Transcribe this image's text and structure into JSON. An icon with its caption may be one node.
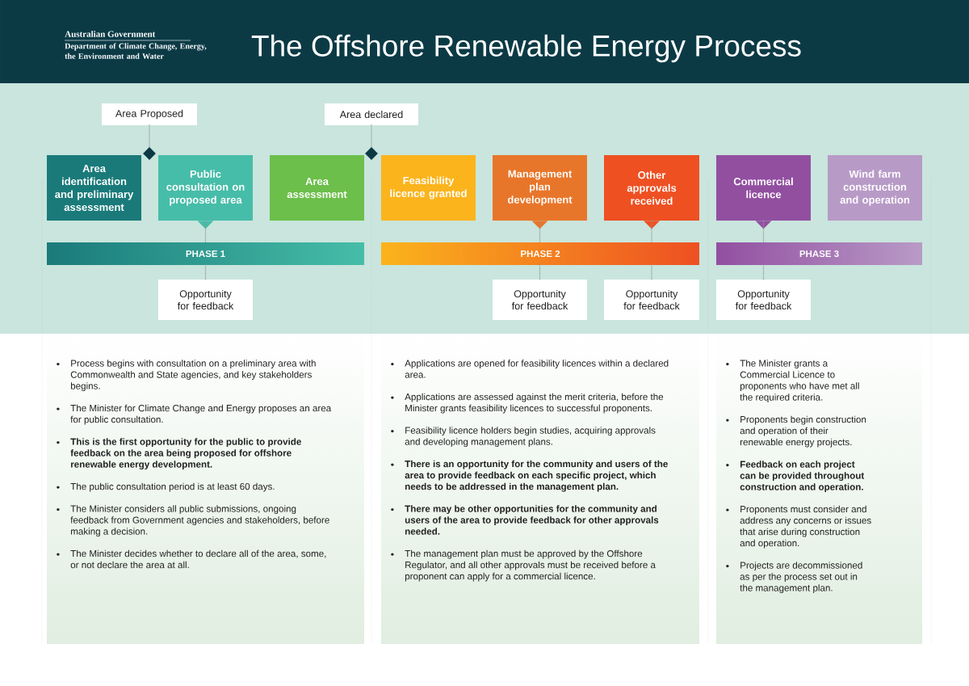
{
  "diagram": {
    "title": "The Offshore Renewable Energy Process",
    "nodes": [
      {
        "text": [
          "Area Proposed"
        ]
      },
      {
        "text": [
          "Area declared"
        ]
      },
      {
        "text": [],
        "shape": "diamond"
      },
      {
        "text": [],
        "shape": "diamond"
      },
      {
        "text": [
          "Area identification and preliminary assessment"
        ]
      },
      {
        "text": [
          "Public consultation on proposed area"
        ]
      },
      {
        "text": [
          "Area assessment"
        ]
      },
      {
        "text": [
          "Feasibility licence granted"
        ]
      },
      {
        "text": [
          "Management plan development"
        ]
      },
      {
        "text": [
          "Other approvals received"
        ]
      },
      {
        "text": [
          "Commercial licence"
        ]
      },
      {
        "text": [
          "Wind farm construction and operation"
        ]
      },
      {
        "text": [
          "PHASE 1"
        ]
      },
      {
        "text": [
          "PHASE 2"
        ]
      },
      {
        "text": [
          "PHASE 3"
        ]
      },
      {
        "text": [
          "Opportunity for feedback"
        ]
      },
      {
        "text": [
          "Opportunity for feedback"
        ]
      },
      {
        "text": [
          "Opportunity for feedback"
        ]
      },
      {
        "text": [
          "Opportunity for feedback"
        ]
      },
      {
        "text": [
          "Process begins with consultation on a preliminary area with Commonwealth and State agencies, and key stakeholders begins.",
          "The Minister for Climate Change and Energy proposes an area for public consultation.",
          "**This is the first opportunity for the public to provide feedback on the area being proposed for offshore renewable energy development.**",
          "The public consultation period is at least 60 days.",
          "The Minister considers all public submissions, ongoing feedback from Government agencies and stakeholders, before making a decision.",
          "The Minister decides whether to declare all of the area, some, or not declare the area at all."
        ]
      },
      {
        "text": [
          "Applications are opened for feasibility licences within a declared area.",
          "Applications are assessed against the merit criteria, before the Minister grants feasibility licences to successful proponents.",
          "Feasibility licence holders begin studies, acquiring approvals and developing management plans.",
          "**There is an opportunity for the community and users of the area to provide feedback on each specific project, which needs to be addressed in the management plan.**",
          "**There may be other opportunities for the community and users of the area to provide feedback for other approvals needed.**",
          "The management plan must be approved by the Offshore Regulator, and all other approvals must be received before a proponent can apply for a commercial licence."
        ]
      },
      {
        "text": [
          "The Minister grants a Commercial Licence to proponents who have met all the required criteria.",
          "Proponents begin construction and operation of their renewable energy projects.",
          "**Feedback on each project can be provided throughout construction and operation.**",
          "Proponents must consider and address any concerns or issues that arise during construction and operation.",
          "Projects are decommissioned as per the process set out in the management plan."
        ]
      }
    ],
    "edges": [
      {
        "from": 0,
        "to": 2,
        "arrow": "none",
        "style": "dashed"
      },
      {
        "from": 1,
        "to": 3,
        "arrow": "none",
        "style": "dashed"
      },
      {
        "from": 5,
        "to": 12,
        "arrow": "none",
        "style": "dashed"
      },
      {
        "from": 12,
        "to": 15,
        "arrow": "none",
        "style": "dashed"
      },
      {
        "from": 8,
        "to": 13,
        "arrow": "none",
        "style": "dashed"
      },
      {
        "from": 13,
        "to": 16,
        "arrow": "none",
        "style": "dashed"
      },
      {
        "from": 9,
        "to": 13,
        "arrow": "none",
        "style": "dashed"
      },
      {
        "from": 13,
        "to": 17,
        "arrow": "none",
        "style": "dashed"
      },
      {
        "from": 10,
        "to": 14,
        "arrow": "none",
        "style": "dashed"
      },
      {
        "from": 14,
        "to": 18,
        "arrow": "none",
        "style": "dashed"
      }
    ],
    "labels": [
      "Australian Government",
      "Department of Climate Change, Energy, the Environment and Water"
    ]
  }
}
